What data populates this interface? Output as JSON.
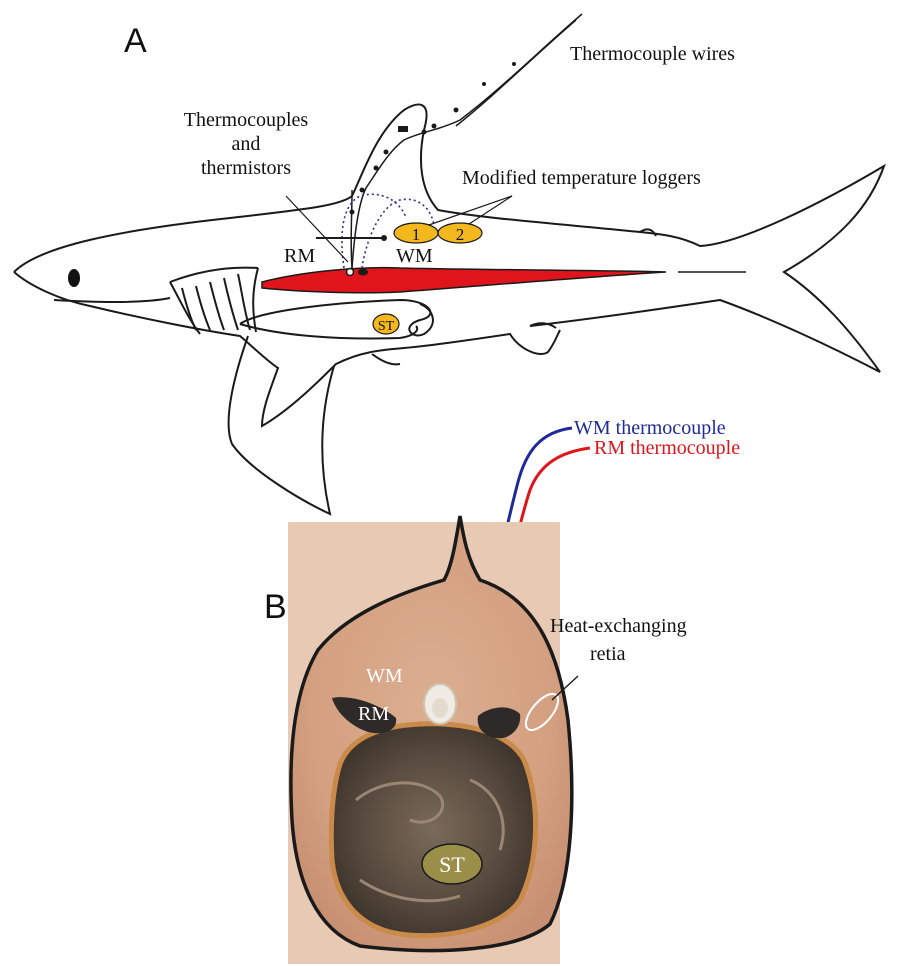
{
  "panel_a": {
    "panel_letter": "A",
    "labels": {
      "thermocouple_wires": "Thermocouple wires",
      "thermocouples_line1": "Thermocouples",
      "thermocouples_line2": "and",
      "thermocouples_line3": "thermistors",
      "modified_loggers": "Modified temperature loggers",
      "wm": "WM",
      "rm": "RM",
      "st": "ST",
      "logger_1": "1",
      "logger_2": "2"
    }
  },
  "legend": {
    "wm_thermocouple": {
      "text": "WM thermocouple",
      "color": "#1f2a9a"
    },
    "rm_thermocouple": {
      "text": "RM thermocouple",
      "color": "#e0151b"
    }
  },
  "panel_b": {
    "panel_letter": "B",
    "labels": {
      "heat_exchanging_line1": "Heat-exchanging",
      "heat_exchanging_line2": "retia",
      "wm": "WM",
      "rm": "RM",
      "st": "ST"
    }
  },
  "colors": {
    "red_muscle": "#e0151b",
    "logger_fill": "#f2b81d",
    "outline": "#1a1a1a",
    "cross_section_bg": "#d9a88a"
  }
}
